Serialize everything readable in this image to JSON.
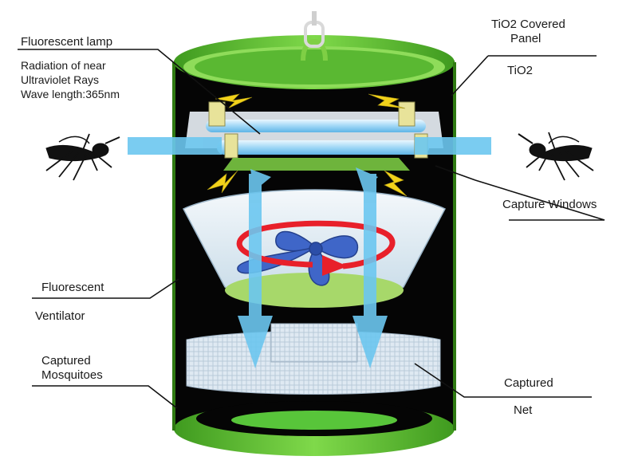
{
  "labels": {
    "fluorescent_lamp": "Fluorescent lamp",
    "radiation_line1": "Radiation of near",
    "radiation_line2": "Ultraviolet Rays",
    "radiation_line3": "Wave length:365nm",
    "tio2_panel_line1": "TiO2 Covered",
    "tio2_panel_line2": "Panel",
    "tio2": "TiO2",
    "capture_windows": "Capture Windows",
    "fluorescent": "Fluorescent",
    "ventilator": "Ventilator",
    "captured_mosquitoes_line1": "Captured",
    "captured_mosquitoes_line2": "Mosquitoes",
    "captured_net_line1": "Captured",
    "captured_net_line2": "Net"
  },
  "colors": {
    "body_green": "#6fce3a",
    "interior": "#060606",
    "air_flow": "#6cc6ef",
    "rotation_arrow": "#e8202a",
    "fan_blue": "#3f66c8",
    "uv_spark": "#f2d21a"
  },
  "icons": [
    "mosquito-icon",
    "hanging-hook-icon",
    "fan-icon",
    "rotation-arrow-icon"
  ]
}
